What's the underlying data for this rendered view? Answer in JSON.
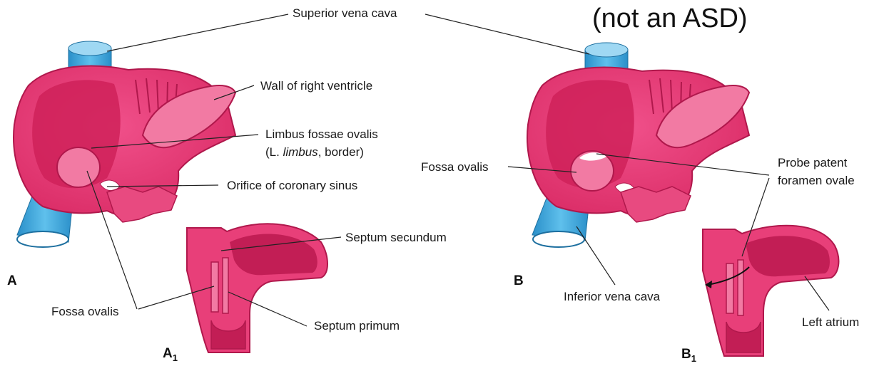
{
  "header_note": "(not an ASD)",
  "labels": {
    "superior_vena_cava": "Superior vena cava",
    "wall_right_ventricle": "Wall of right ventricle",
    "limbus_line1": "Limbus fossae ovalis",
    "limbus_line2_pre": "(L. ",
    "limbus_line2_italic": "limbus",
    "limbus_line2_post": ", border)",
    "orifice_coronary_sinus": "Orifice of coronary sinus",
    "fossa_ovalis_a": "Fossa ovalis",
    "septum_secundum": "Septum secundum",
    "septum_primum": "Septum primum",
    "fossa_ovalis_b": "Fossa ovalis",
    "probe_line1": "Probe patent",
    "probe_line2": "foramen ovale",
    "inferior_vena_cava": "Inferior vena cava",
    "left_atrium": "Left atrium"
  },
  "panels": {
    "a": "A",
    "a1_letter": "A",
    "a1_sub": "1",
    "b": "B",
    "b1_letter": "B",
    "b1_sub": "1"
  },
  "colors": {
    "heart_fill": "#e83f79",
    "heart_dark": "#c21e55",
    "heart_light": "#f27aa3",
    "vein_blue": "#3aa6de",
    "vein_light": "#9fd8f3",
    "line": "#222222"
  }
}
